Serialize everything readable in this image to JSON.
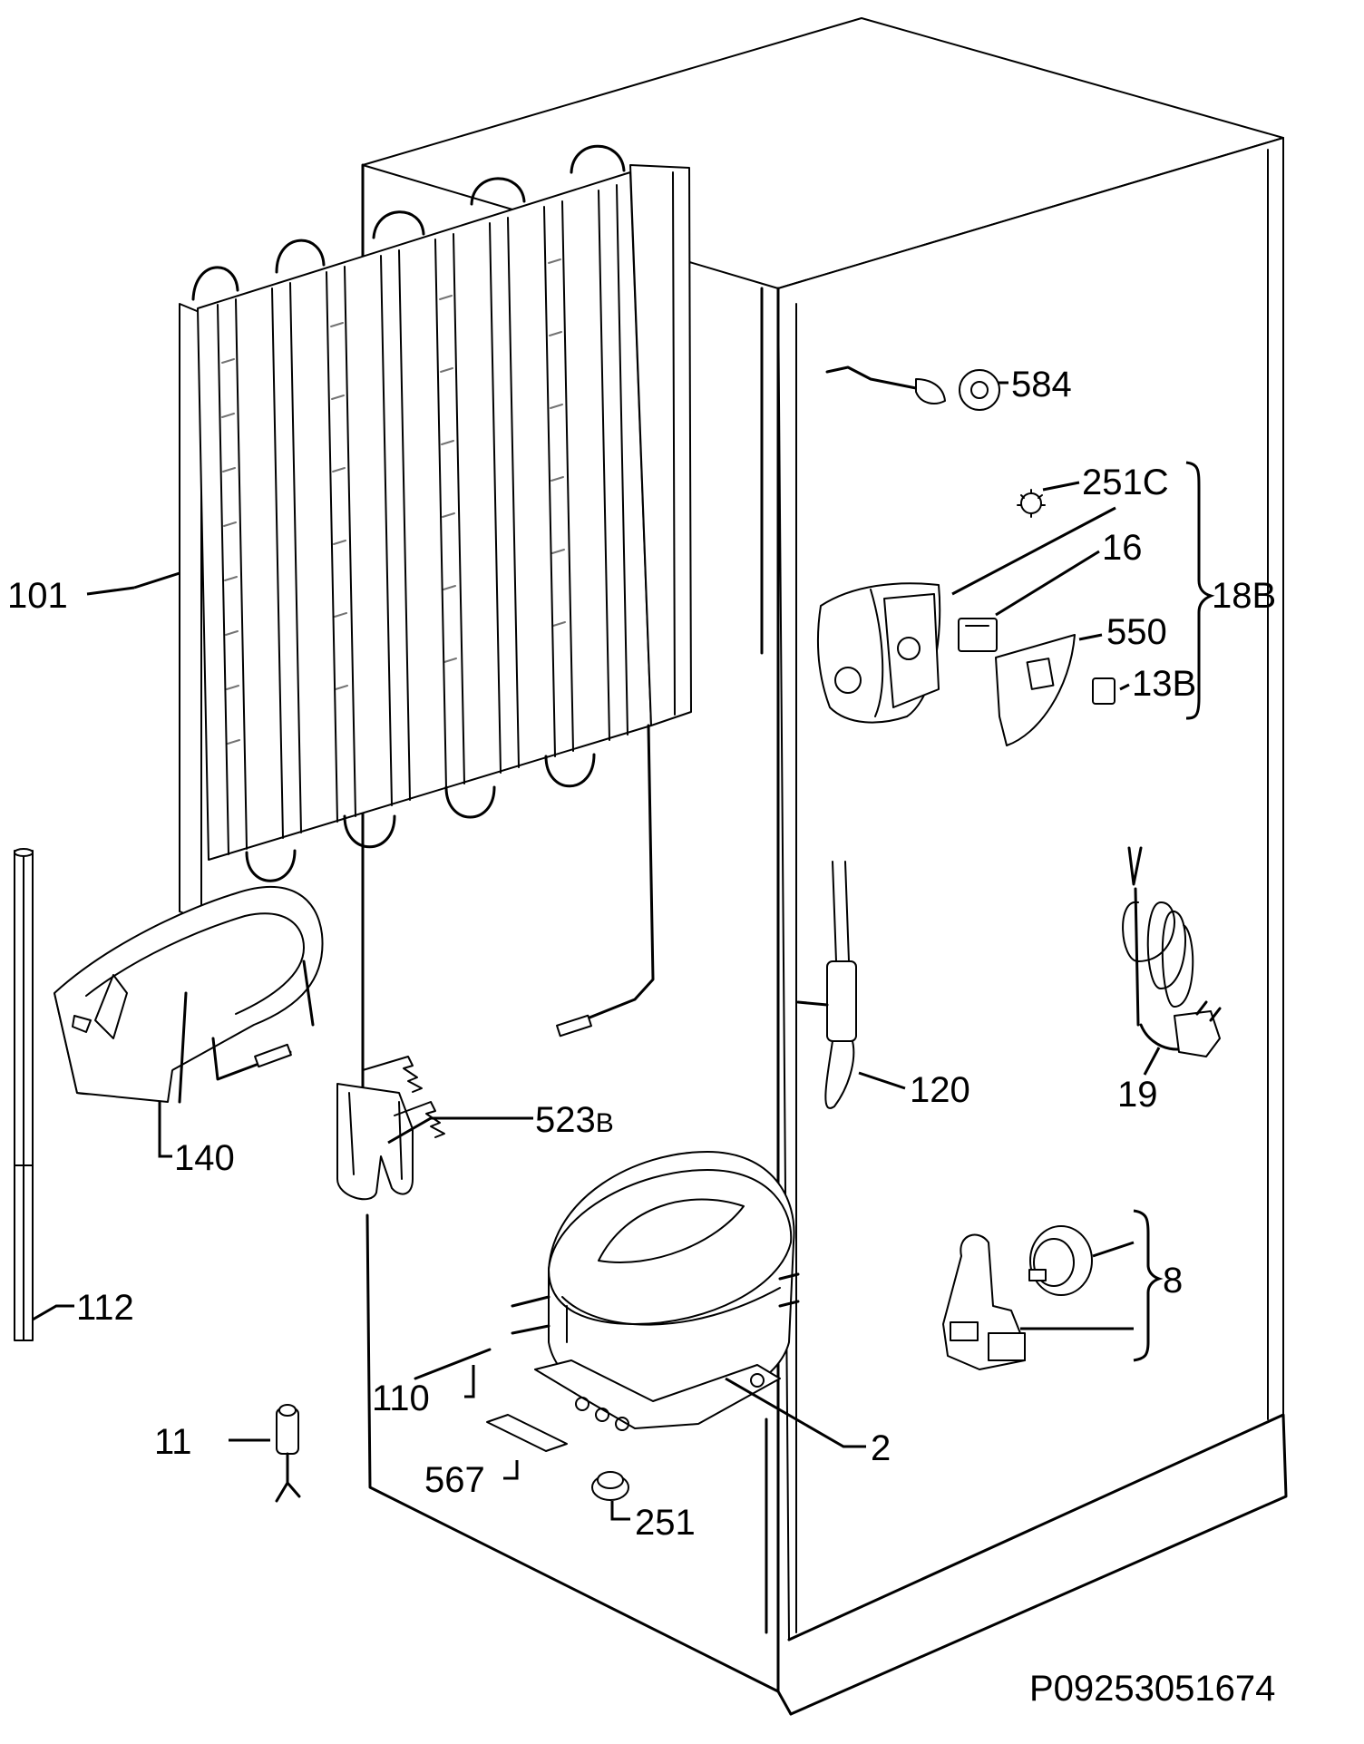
{
  "drawing_code": "P09253051674",
  "parts": [
    {
      "key": "p584",
      "label": "584"
    },
    {
      "key": "p251C",
      "label": "251C"
    },
    {
      "key": "p16",
      "label": "16"
    },
    {
      "key": "p18B",
      "label": "18B"
    },
    {
      "key": "p550",
      "label": "550"
    },
    {
      "key": "p13B",
      "label": "13B"
    },
    {
      "key": "p101",
      "label": "101"
    },
    {
      "key": "p140",
      "label": "140"
    },
    {
      "key": "p523B_num",
      "label": "523"
    },
    {
      "key": "p523B_suffix",
      "label": "B"
    },
    {
      "key": "p120",
      "label": "120"
    },
    {
      "key": "p19",
      "label": "19"
    },
    {
      "key": "p112",
      "label": "112"
    },
    {
      "key": "p8",
      "label": "8"
    },
    {
      "key": "p110",
      "label": "110"
    },
    {
      "key": "p2",
      "label": "2"
    },
    {
      "key": "p11",
      "label": "11"
    },
    {
      "key": "p567",
      "label": "567"
    },
    {
      "key": "p251",
      "label": "251"
    }
  ]
}
